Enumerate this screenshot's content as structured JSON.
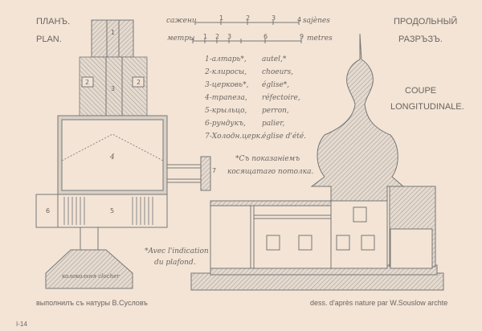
{
  "plan_title": {
    "ru": "ПЛАНЪ.",
    "fr": "PLAN."
  },
  "section_title": {
    "ru_1": "ПРОДОЛЬНЫЙ",
    "ru_2": "РАЗРЪЗЪ.",
    "fr_1": "COUPE",
    "fr_2": "LONGITUDINALE."
  },
  "scales": {
    "sajenes": {
      "label_ru": "сажени",
      "label_fr": "sajènes",
      "ticks": [
        "1",
        "2",
        "3",
        "4"
      ]
    },
    "metres": {
      "label_ru": "метры",
      "label_fr": "metres",
      "ticks": [
        "1",
        "2",
        "3",
        "6",
        "9"
      ]
    }
  },
  "legend": [
    {
      "ru": "1-алтарь*,",
      "fr": "autel,*"
    },
    {
      "ru": "2-клиросы,",
      "fr": "choeurs,"
    },
    {
      "ru": "3-церковь*,",
      "fr": "église*,"
    },
    {
      "ru": "4-трапеза,",
      "fr": "réfectoire,"
    },
    {
      "ru": "5-крыльцо,",
      "fr": "perron,"
    },
    {
      "ru": "6-рундукъ,",
      "fr": "palier,"
    },
    {
      "ru": "7-Холодн.церк.",
      "fr": "église d'été."
    }
  ],
  "note_ru": {
    "line1": "*Съ показаніемъ",
    "line2": "косящатаго потолка."
  },
  "note_fr": {
    "line1": "*Avec l'indication",
    "line2": "du plafond."
  },
  "plan_labels": {
    "n1": "1",
    "n2": "2",
    "n2b": "2",
    "n3": "3",
    "n4": "4",
    "n5": "5",
    "n6": "6",
    "n7": "7",
    "clocher": "колокольня clocher"
  },
  "credit_ru": "выполнилъ съ натуры В.Сусловъ",
  "credit_fr": "dess. d'après nature par W.Souslow archte",
  "plate_number": "I-14"
}
